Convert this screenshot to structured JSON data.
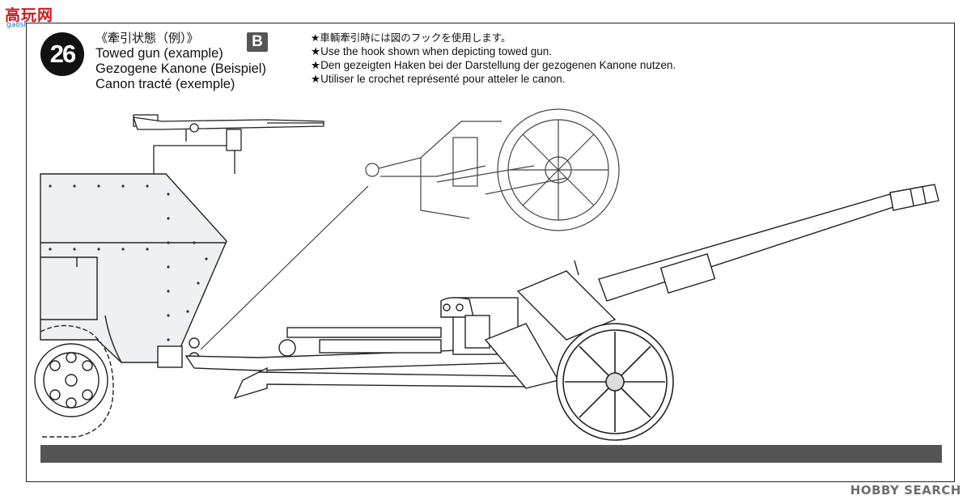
{
  "site_logo": {
    "name": "高玩网",
    "url": "gaoshou.com"
  },
  "step": {
    "number": "26",
    "title_jp": "《牽引状態（例）》",
    "title_en": "Towed gun (example)",
    "title_de": "Gezogene Kanone (Beispiel)",
    "title_fr": "Canon tracté (exemple)",
    "part_group": "B"
  },
  "notes": [
    "★車輌牽引時には図のフックを使用します。",
    "★Use the hook shown when depicting towed gun.",
    "★Den gezeigten Haken bei der Darstellung der gezogenen Kanone nutzen.",
    "★Utiliser le crochet représenté pour atteler le canon."
  ],
  "illustration": {
    "subjects": [
      "halftrack-rear",
      "mg-mount",
      "towed-anti-tank-gun",
      "hook-detail-inset"
    ]
  },
  "watermark": "HOBBY SEARCH",
  "colors": {
    "ink": "#111111",
    "ground": "#555555",
    "hull_fill": "#eef0f2",
    "badge": "#555555"
  }
}
